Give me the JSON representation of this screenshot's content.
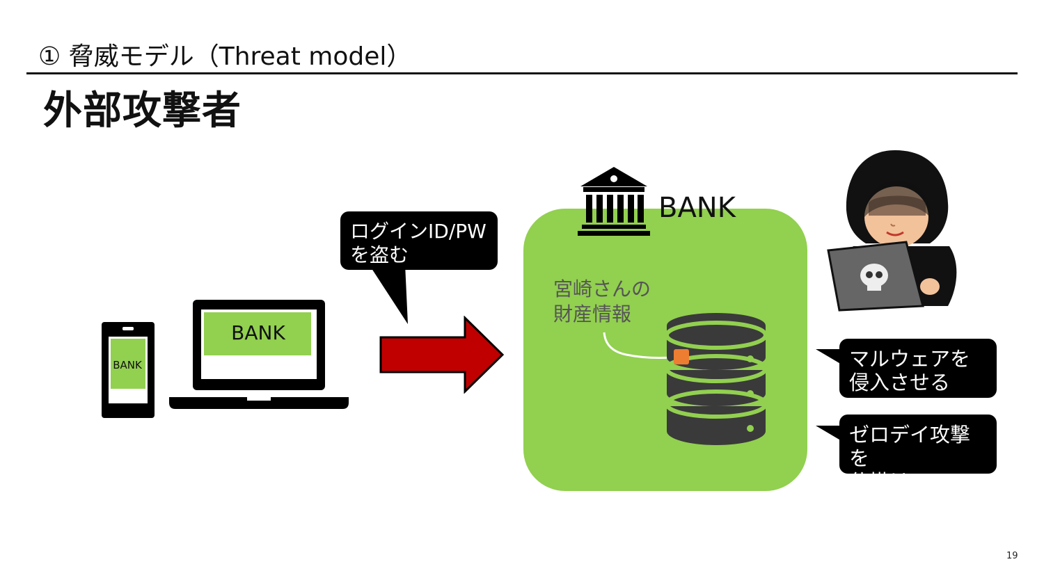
{
  "header": {
    "subtitle": "① 脅威モデル（Threat model）",
    "title": "外部攻撃者"
  },
  "devices": {
    "phone_screen_text": "BANK",
    "laptop_screen_text": "BANK"
  },
  "callouts": {
    "steal_credentials": {
      "line1": "ログインID/PW",
      "line2": "を盗む"
    },
    "malware": {
      "line1": "マルウェアを",
      "line2": "侵入させる"
    },
    "zero_day": {
      "line1": "ゼロデイ攻撃を",
      "line2": "仕掛ける"
    }
  },
  "bank": {
    "label": "BANK",
    "asset_label_line1": "宮崎さんの",
    "asset_label_line2": "財産情報"
  },
  "page_number": "19",
  "colors": {
    "bank_green": "#92d050",
    "arrow_red": "#c00000",
    "database_dark": "#3a3a3a",
    "asset_orange": "#ed7d31"
  }
}
